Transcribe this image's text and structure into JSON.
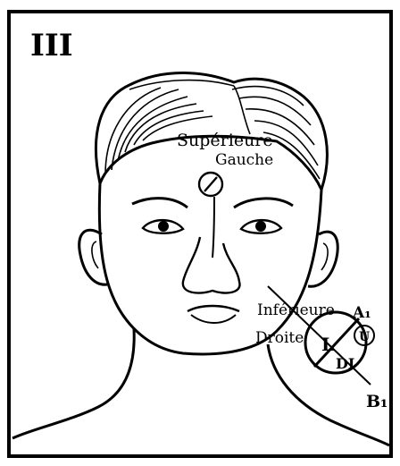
{
  "plate": {
    "number": "III"
  },
  "labels": {
    "superieure": "Supérieure",
    "gauche": "Gauche",
    "inferieure": "Inférieure",
    "a1": "A₁",
    "droite": "Droite",
    "b1": "B₁",
    "circle_l": "L",
    "circle_u": "U",
    "circle_di": "DI"
  },
  "colors": {
    "ink": "#000000",
    "paper": "#ffffff"
  }
}
